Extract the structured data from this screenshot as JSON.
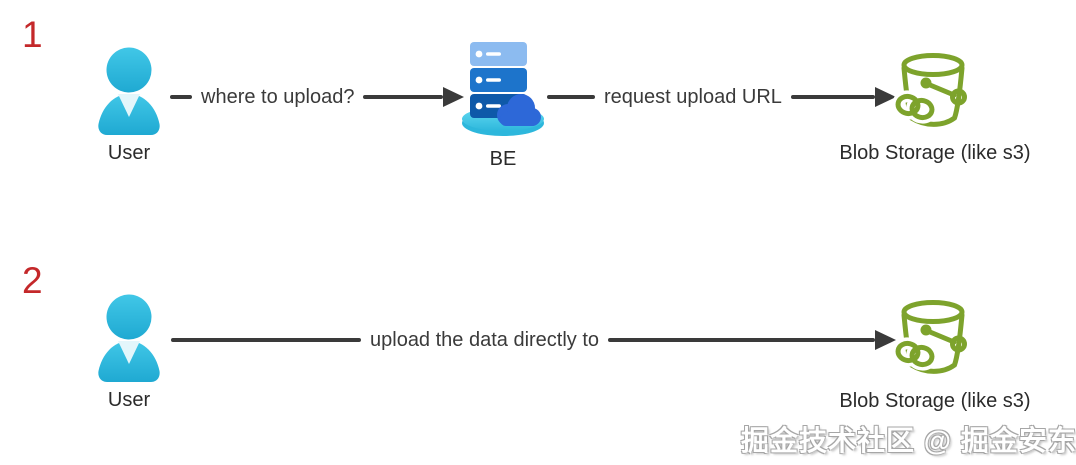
{
  "diagram": {
    "title_implied": "direct upload to blob storage flow",
    "palette": {
      "background": "#ffffff",
      "step_number_red": "#c4282a",
      "text_dark": "#2b2b2b",
      "arrow_dark": "#3a3a3a",
      "user_cyan": "#29b6d8",
      "server_blue_light": "#8cbbf0",
      "server_blue_mid": "#1d74cb",
      "server_blue_dark": "#0e59a9",
      "server_cloud_blue": "#2d68d8",
      "server_platform_cyan": "#41cde9",
      "bucket_green": "#7da32c"
    },
    "steps": [
      {
        "number": "1",
        "nodes": [
          {
            "icon": "user-icon",
            "label": "User"
          },
          {
            "icon": "backend-server-icon",
            "label": "BE"
          },
          {
            "icon": "blob-storage-bucket-icon",
            "label": "Blob Storage (like s3)"
          }
        ],
        "arrows": [
          {
            "label": "where to upload?"
          },
          {
            "label": "request upload URL"
          }
        ]
      },
      {
        "number": "2",
        "nodes": [
          {
            "icon": "user-icon",
            "label": "User"
          },
          {
            "icon": "blob-storage-bucket-icon",
            "label": "Blob Storage (like s3)"
          }
        ],
        "arrows": [
          {
            "label": "upload the data directly to"
          }
        ]
      }
    ],
    "watermark": "掘金技术社区 @ 掘金安东尼"
  }
}
